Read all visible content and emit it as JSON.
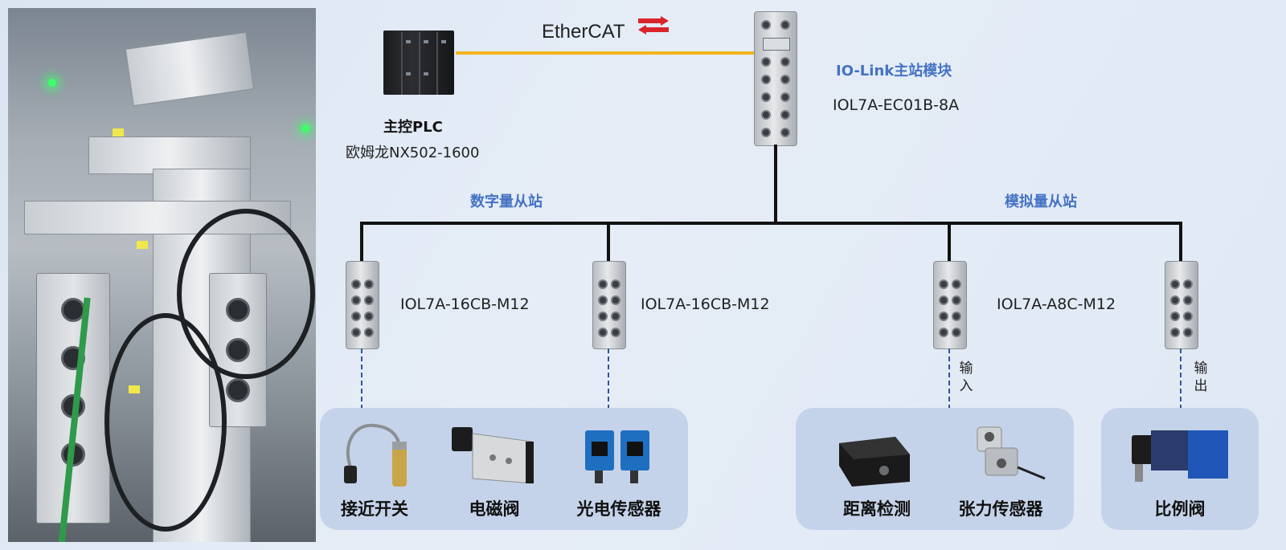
{
  "photo": {
    "icon": "machine-photo"
  },
  "plc": {
    "title": "主控PLC",
    "model": "欧姆龙NX502-1600"
  },
  "bus": {
    "protocol_logo": "EtherCAT",
    "color": "#f2b51c"
  },
  "master": {
    "role": "IO-Link主站模块",
    "model": "IOL7A-EC01B-8A"
  },
  "groups": {
    "digital": "数字量从站",
    "analog": "模拟量从站"
  },
  "slaves": [
    {
      "model": "IOL7A-16CB-M12"
    },
    {
      "model": "IOL7A-16CB-M12"
    },
    {
      "model": "IOL7A-A8C-M12"
    }
  ],
  "io": {
    "input": "输入",
    "output": "输出"
  },
  "devices": {
    "proximity": "接近开关",
    "solenoid": "电磁阀",
    "photoelectric": "光电传感器",
    "distance": "距离检测",
    "tension": "张力传感器",
    "proportional": "比例阀"
  },
  "colors": {
    "accent_blue": "#4472c4",
    "panel": "#c5d3ea",
    "dash": "#2f5596"
  }
}
